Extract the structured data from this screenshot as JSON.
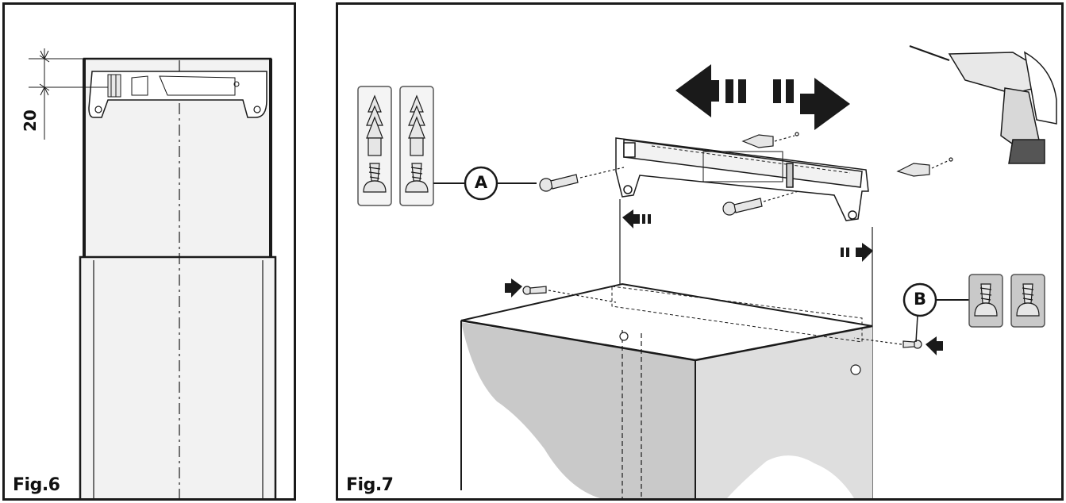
{
  "fig6": {
    "label": "Fig.6",
    "dimension_value": "20"
  },
  "fig7": {
    "label": "Fig.7",
    "callout_a": "A",
    "callout_b": "B"
  },
  "colors": {
    "line": "#1a1a1a",
    "light_fill": "#efefef",
    "wall_shade": "#c9c9c9",
    "hood_shade": "#dedede"
  }
}
